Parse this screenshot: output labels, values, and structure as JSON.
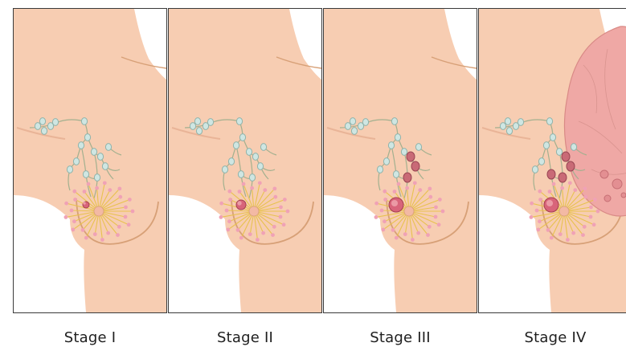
{
  "stages": [
    {
      "label": "Stage I",
      "tumor": "small",
      "affected_nodes": 0,
      "metastasis": false
    },
    {
      "label": "Stage II",
      "tumor": "medium",
      "affected_nodes": 0,
      "metastasis": false
    },
    {
      "label": "Stage III",
      "tumor": "large",
      "affected_nodes": 3,
      "metastasis": false
    },
    {
      "label": "Stage IV",
      "tumor": "large",
      "affected_nodes": 4,
      "metastasis": true
    }
  ],
  "colors": {
    "skin": "#f7cdb2",
    "skin_shadow": "#e9b497",
    "contour": "#d7a077",
    "node": "#cfe6e2",
    "node_stroke": "#8fb3ab",
    "lymph_line": "#a3b08f",
    "gland": "#e8c24f",
    "lobule": "#f0a2b6",
    "tumor": "#d8647a",
    "affected_node": "#c96a76",
    "metastasis": "#efa8a5",
    "frame": "#3a3a3a"
  }
}
